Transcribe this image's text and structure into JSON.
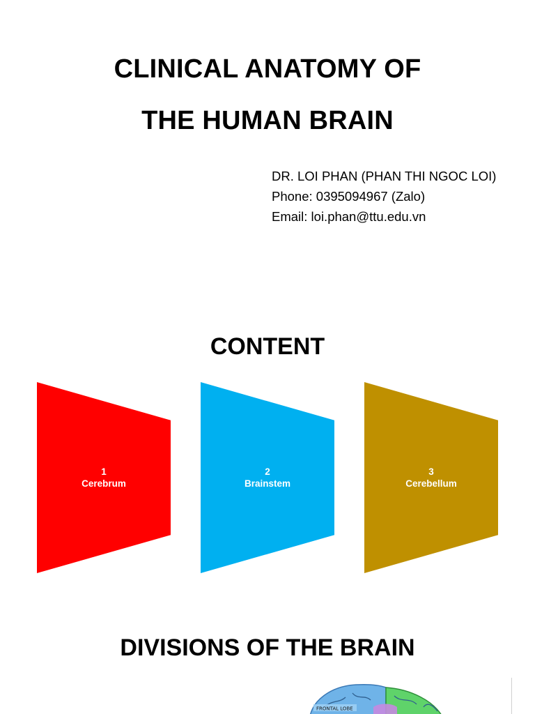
{
  "title": {
    "line1": "CLINICAL ANATOMY OF",
    "line2": "THE HUMAN BRAIN"
  },
  "author": {
    "name": "DR. LOI PHAN (PHAN THI NGOC LOI)",
    "phone": "Phone: 0395094967 (Zalo)",
    "email": "Email: loi.phan@ttu.edu.vn"
  },
  "content": {
    "heading": "CONTENT",
    "items": [
      {
        "number": "1",
        "label": "Cerebrum",
        "color": "#ff0000"
      },
      {
        "number": "2",
        "label": "Brainstem",
        "color": "#00b0f0"
      },
      {
        "number": "3",
        "label": "Cerebellum",
        "color": "#bf9000"
      }
    ]
  },
  "divisions": {
    "heading": "DIVISIONS OF THE BRAIN",
    "figure_label": "FRONTAL LOBE"
  }
}
